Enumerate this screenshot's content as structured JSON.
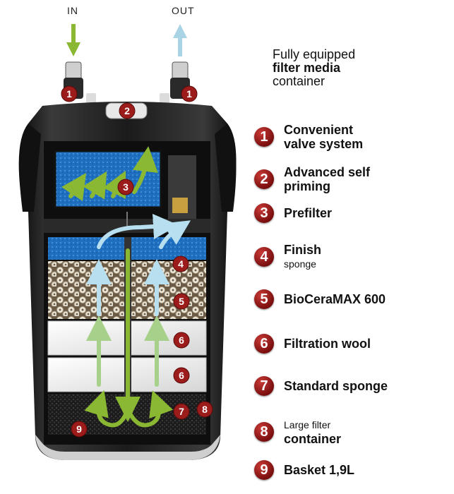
{
  "flow": {
    "in": "IN",
    "out": "OUT"
  },
  "headline": {
    "line1": "Fully equipped",
    "line2": "filter media",
    "line3": "container"
  },
  "legend": [
    {
      "number": "1",
      "title": "Convenient",
      "subtitle": "valve system"
    },
    {
      "number": "2",
      "title": "Advanced self",
      "subtitle": "priming"
    },
    {
      "number": "3",
      "title": "Prefilter"
    },
    {
      "number": "4",
      "title": "Finish",
      "note": "sponge"
    },
    {
      "number": "5",
      "title": "BioCeraMAX 600"
    },
    {
      "number": "6",
      "title": "Filtration wool"
    },
    {
      "number": "7",
      "title": "Standard sponge"
    },
    {
      "number": "8",
      "note": "Large filter",
      "subtitle": "container"
    },
    {
      "number": "9",
      "title": "Basket 1,9L"
    }
  ],
  "callouts": [
    "1",
    "1",
    "2",
    "3",
    "4",
    "5",
    "6",
    "6",
    "7",
    "8",
    "9"
  ],
  "colors": {
    "badge": "#9b1c1a",
    "in_arrow": "#8ab832",
    "out_arrow": "#a9d4e6",
    "housing": "#1a1a1a",
    "sponge_blue": "#1d6fb8"
  }
}
